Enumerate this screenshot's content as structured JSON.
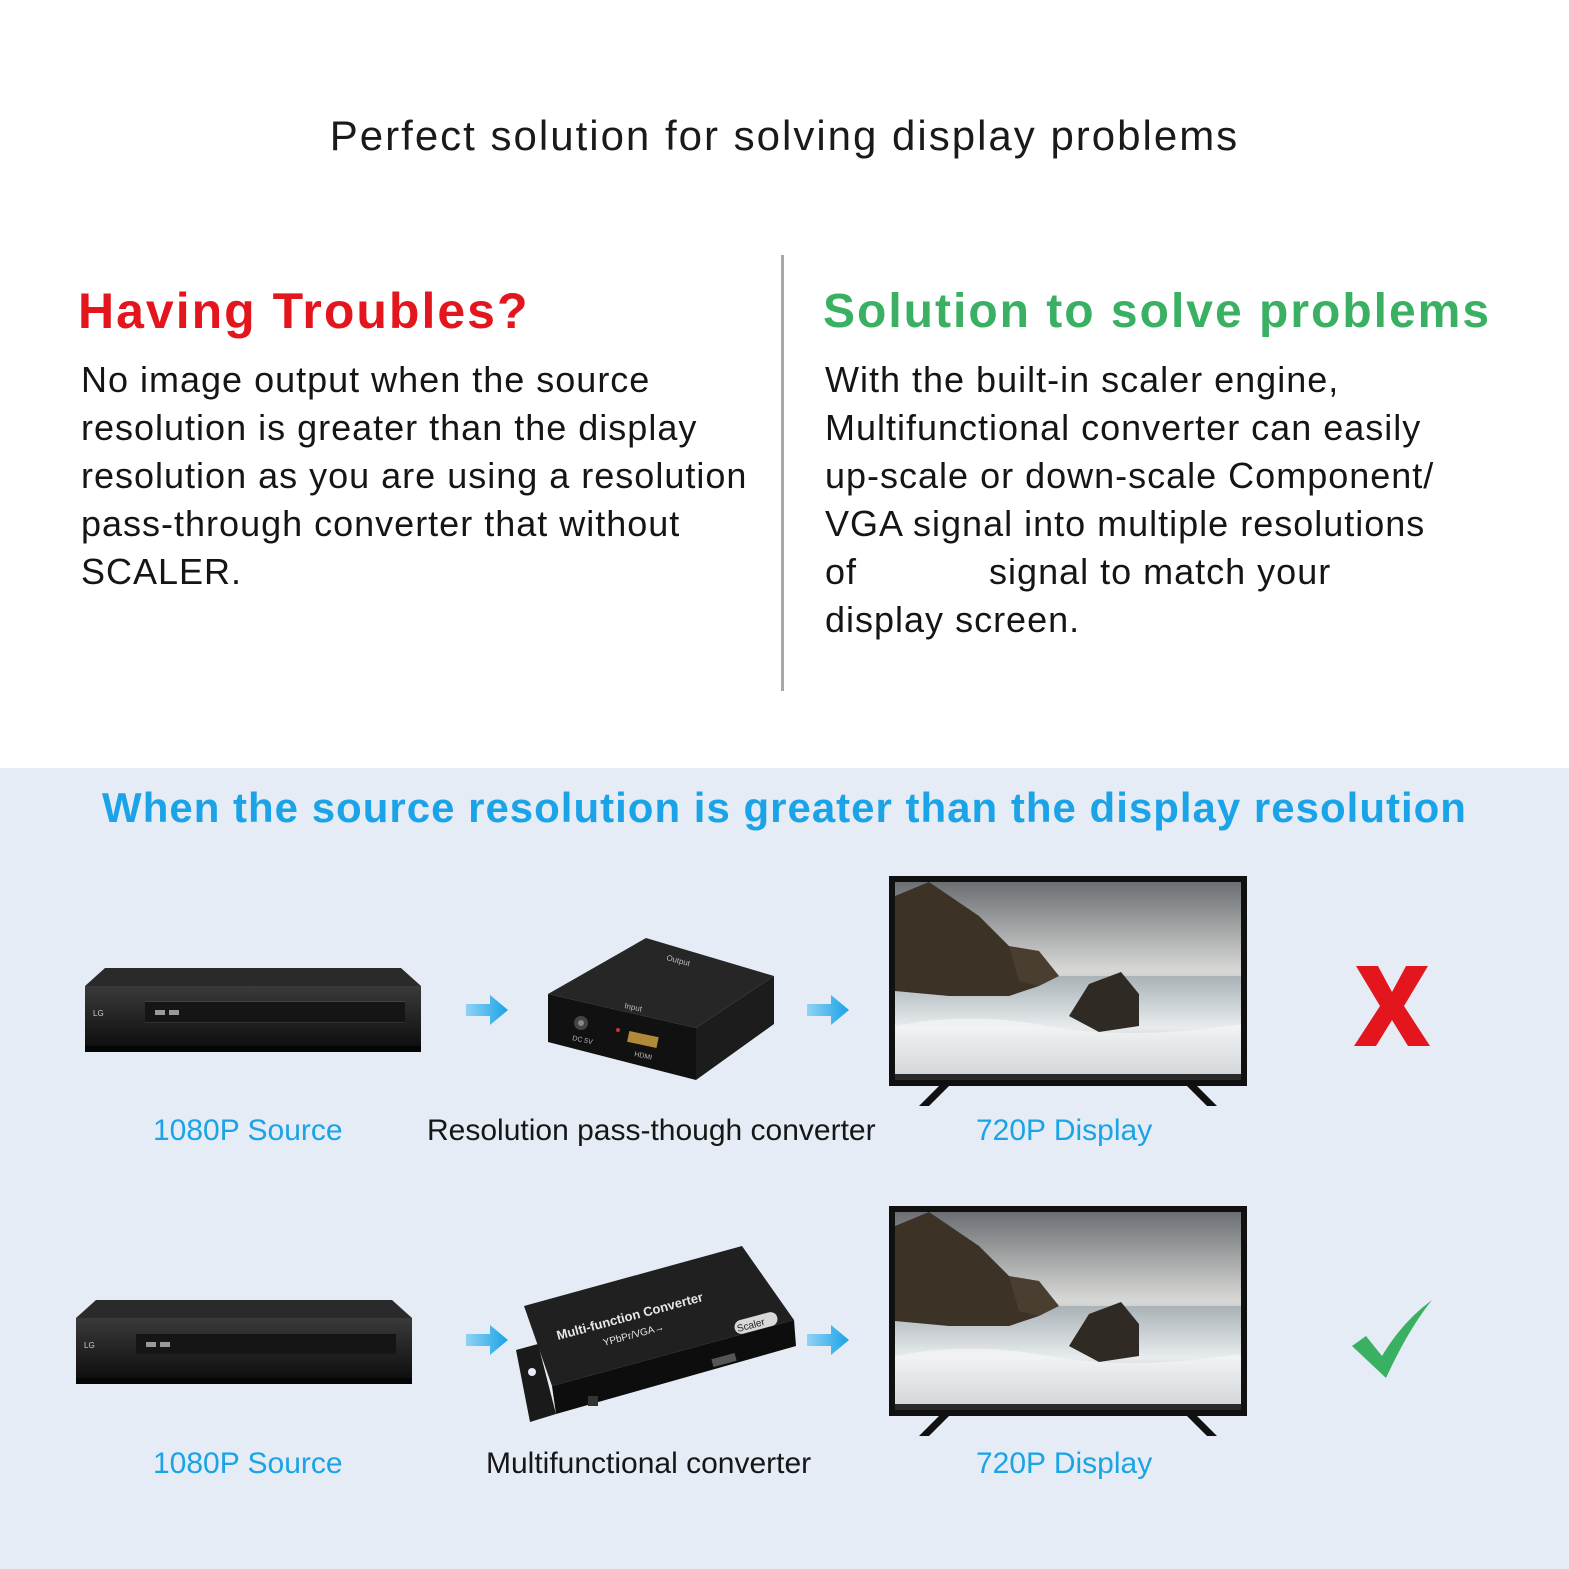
{
  "headline": "Perfect solution for solving display problems",
  "problem": {
    "title": "Having Troubles?",
    "lines": [
      "No image output when the source",
      "resolution is greater than the display",
      "resolution as you are using a resolution",
      "pass-through converter that without",
      "SCALER."
    ]
  },
  "solution": {
    "title": "Solution to solve problems",
    "lines": [
      "With the built-in scaler engine,",
      "Multifunctional converter can easily",
      "up-scale or down-scale Component/",
      "VGA signal into multiple resolutions",
      "of            signal to match your",
      "display screen."
    ]
  },
  "comparison": {
    "heading": "When the source resolution is greater than the display resolution",
    "rows": [
      {
        "source_label": "1080P Source",
        "converter_label": "Resolution pass-though converter",
        "display_label": "720P Display",
        "result": "fail"
      },
      {
        "source_label": "1080P Source",
        "converter_label": "Multifunctional converter",
        "display_label": "720P Display",
        "result": "pass"
      }
    ],
    "device_text": {
      "brand": "LG",
      "box_top": "Output",
      "box_front": "Input",
      "port_power": "DC 5V",
      "port_hdmi": "HDMI",
      "scaler_title": "Multi-function Converter",
      "scaler_sub": "YPbPr/VGA→",
      "scaler_badge": "Scaler"
    }
  },
  "colors": {
    "alert": "#e3161e",
    "success": "#3ab062",
    "accent": "#1aa3e6",
    "panel": "#e5ecf5"
  }
}
